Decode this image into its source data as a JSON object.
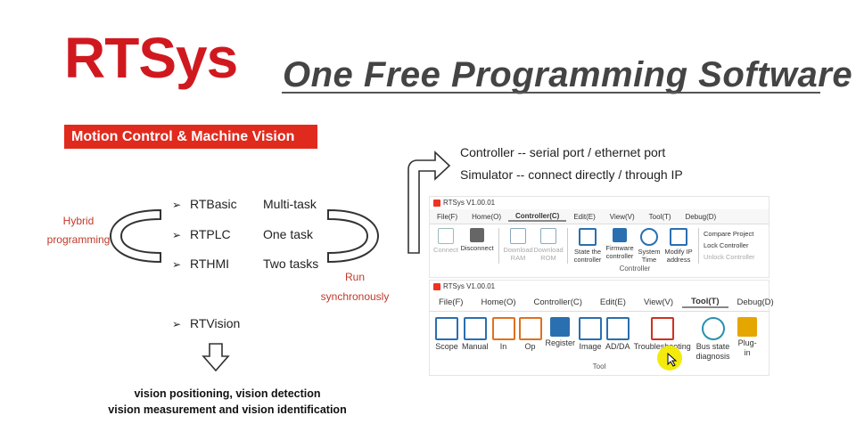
{
  "brand": "RTSys",
  "tagline": "One Free Programming Software",
  "badge": "Motion Control & Machine Vision",
  "hybrid": [
    "Hybrid",
    "programming"
  ],
  "run": [
    "Run",
    "synchronously"
  ],
  "items": [
    {
      "arrow": "➢",
      "name": "RTBasic",
      "feature": "Multi-task"
    },
    {
      "arrow": "➢",
      "name": "RTPLC",
      "feature": "One task"
    },
    {
      "arrow": "➢",
      "name": "RTHMI",
      "feature": "Two tasks"
    },
    {
      "arrow": "➢",
      "name": "RTVision",
      "feature": ""
    }
  ],
  "vision_text": [
    "vision positioning, vision detection",
    "vision measurement and vision identification"
  ],
  "connections": [
    "Controller  -- serial port / ethernet port",
    "Simulator  -- connect directly / through IP"
  ],
  "window1": {
    "title": "RTSys V1.00.01",
    "menu": [
      "File(F)",
      "Home(O)",
      "Controller(C)",
      "Edit(E)",
      "View(V)",
      "Tool(T)",
      "Debug(D)"
    ],
    "active_menu": "Controller(C)",
    "tools": [
      {
        "label": "Connect",
        "disabled": true,
        "icon": "connect-icon",
        "color": "#9bb"
      },
      {
        "label": "Disconnect",
        "disabled": false,
        "icon": "disconnect-icon",
        "color": "#666"
      },
      {
        "label": "Download RAM",
        "disabled": true,
        "icon": "ram-icon",
        "color": "#8ab"
      },
      {
        "label": "Download ROM",
        "disabled": true,
        "icon": "rom-icon",
        "color": "#8ab"
      },
      {
        "label": "State the controller",
        "disabled": false,
        "icon": "state-icon",
        "color": "#2a6fb0"
      },
      {
        "label": "Firmware controller",
        "disabled": false,
        "icon": "firmware-icon",
        "color": "#2a6fb0"
      },
      {
        "label": "System Time",
        "disabled": false,
        "icon": "clock-icon",
        "color": "#2a6fb0"
      },
      {
        "label": "Modify IP address",
        "disabled": false,
        "icon": "ip-icon",
        "color": "#2a6fb0"
      }
    ],
    "side": [
      {
        "label": "Compare Project",
        "disabled": false
      },
      {
        "label": "Lock Controller",
        "disabled": false
      },
      {
        "label": "Unlock Controller",
        "disabled": true
      }
    ],
    "group_label": "Controller"
  },
  "window2": {
    "title": "RTSys V1.00.01",
    "menu": [
      "File(F)",
      "Home(O)",
      "Controller(C)",
      "Edit(E)",
      "View(V)",
      "Tool(T)",
      "Debug(D)"
    ],
    "active_menu": "Tool(T)",
    "tools": [
      {
        "label": "Scope",
        "icon": "scope-icon",
        "color": "#2a6fb0"
      },
      {
        "label": "Manual",
        "icon": "manual-icon",
        "color": "#2a6fb0"
      },
      {
        "label": "In",
        "icon": "in-icon",
        "color": "#e07020"
      },
      {
        "label": "Op",
        "icon": "out-icon",
        "color": "#e07020"
      },
      {
        "label": "Register",
        "icon": "register-icon",
        "color": "#2a6fb0"
      },
      {
        "label": "Image",
        "icon": "image-icon",
        "color": "#2a6fb0"
      },
      {
        "label": "AD/DA",
        "icon": "adda-icon",
        "color": "#2a6fb0"
      },
      {
        "label": "Troubleshooting",
        "icon": "troubleshooting-icon",
        "color": "#d03020"
      },
      {
        "label": "Bus state diagnosis",
        "icon": "bus-icon",
        "color": "#2a8fb0"
      },
      {
        "label": "Plug-in",
        "icon": "plugin-icon",
        "color": "#e6a600"
      }
    ],
    "group_label": "Tool"
  }
}
